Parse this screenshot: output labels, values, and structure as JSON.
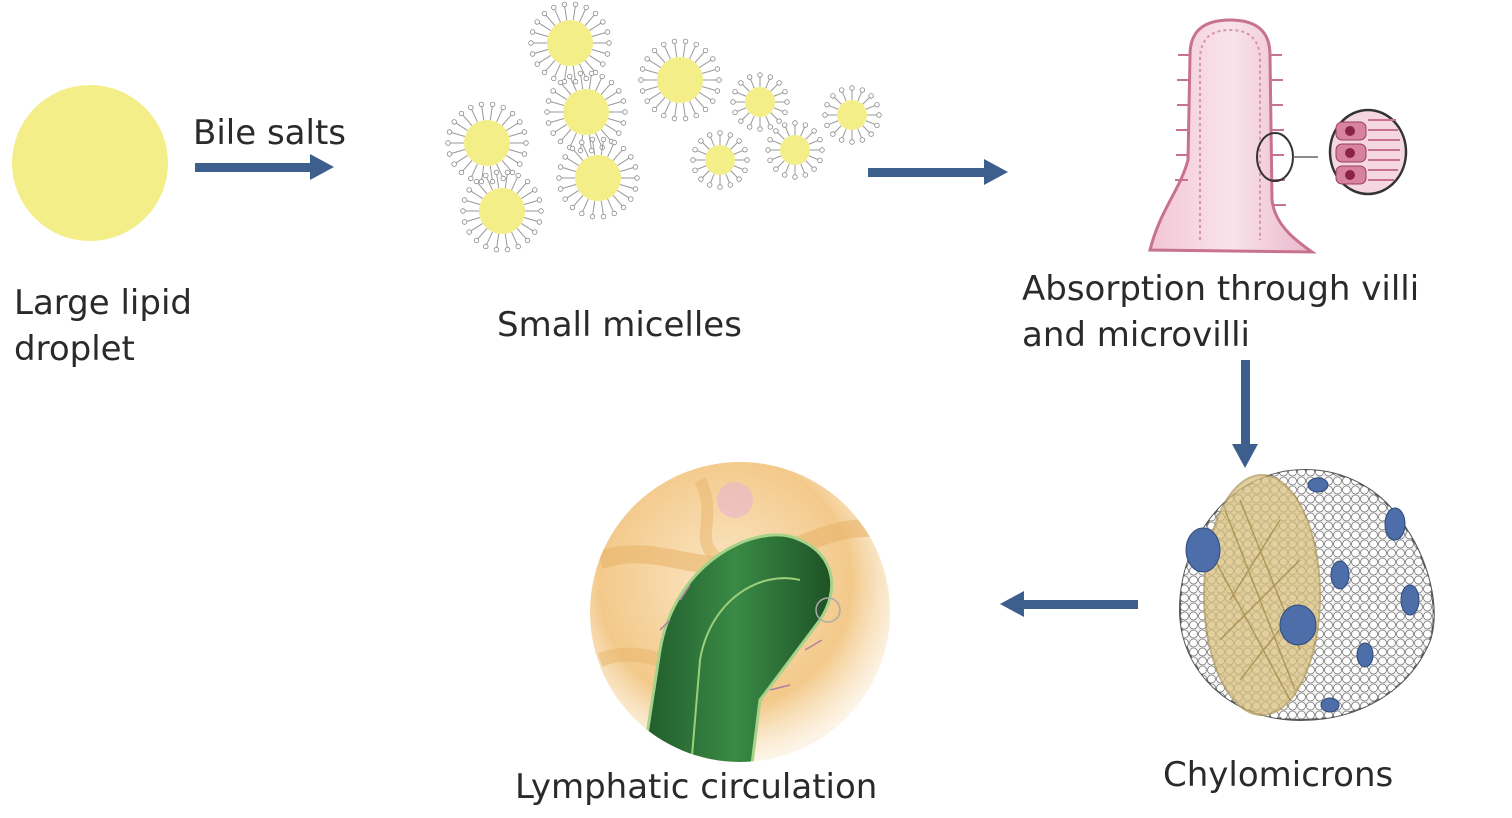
{
  "labels": {
    "large_droplet_line1": "Large lipid",
    "large_droplet_line2": "droplet",
    "bile_salts": "Bile salts",
    "small_micelles": "Small micelles",
    "absorption_line1": "Absorption through villi",
    "absorption_line2": "and microvilli",
    "chylomicrons": "Chylomicrons",
    "lymphatic": "Lymphatic circulation"
  },
  "colors": {
    "lipid": "#f3ee88",
    "arrow": "#3d5f8e",
    "villus_fill": "#f5d7e2",
    "villus_edge": "#c7728f",
    "chylo_core": "#d8bf7e",
    "chylo_protein": "#4d6ea8",
    "lymph_vessel": "#2f7a3a",
    "lymph_bg": "#f3c98a"
  }
}
